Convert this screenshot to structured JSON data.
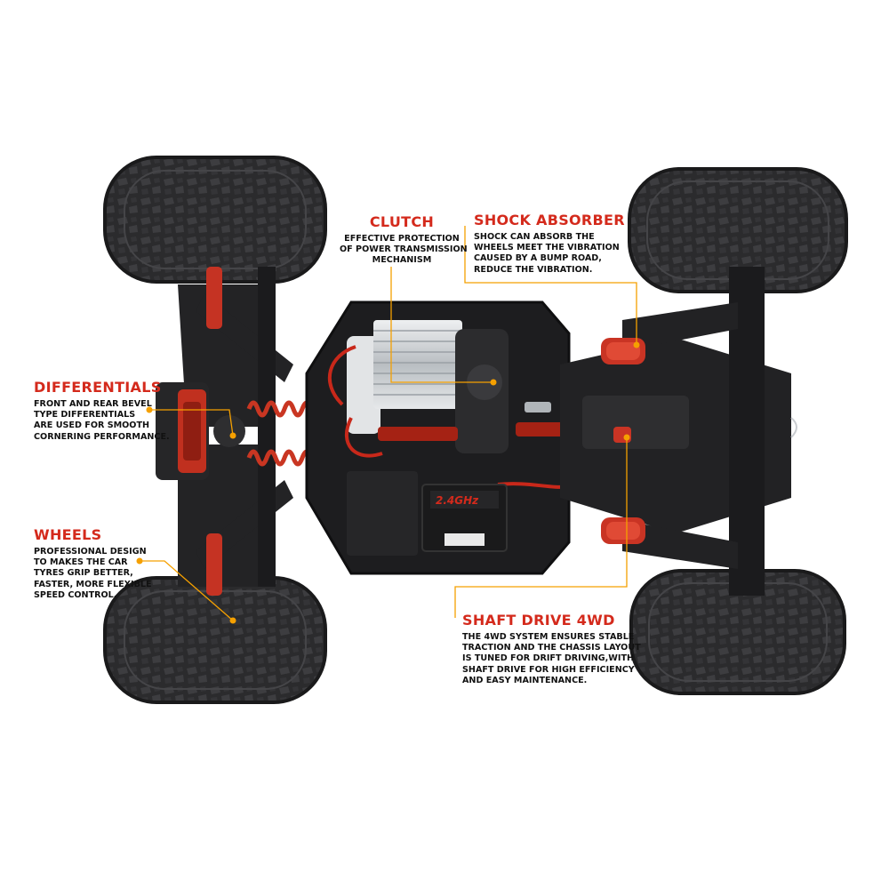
{
  "colors": {
    "accent": "#d42a1c",
    "leader": "#f5a000",
    "body_text": "#111111",
    "background": "#ffffff",
    "chassis": "#1c1c1e",
    "tire": "#2a2a2c",
    "metal": "#cfd3d6"
  },
  "callouts": {
    "clutch": {
      "title": "CLUTCH",
      "lines": [
        "EFFECTIVE PROTECTION",
        "OF POWER TRANSMISSION",
        "MECHANISM"
      ]
    },
    "shock": {
      "title": "SHOCK ABSORBER",
      "lines": [
        "SHOCK CAN ABSORB THE",
        "WHEELS MEET THE VIBRATION",
        "CAUSED BY A BUMP ROAD,",
        "REDUCE THE VIBRATION."
      ]
    },
    "differentials": {
      "title": "DIFFERENTIALS",
      "lines": [
        "FRONT AND REAR BEVEL",
        "TYPE DIFFERENTIALS",
        "ARE USED FOR SMOOTH",
        "CORNERING PERFORMANCE."
      ]
    },
    "wheels": {
      "title": "WHEELS",
      "lines": [
        "PROFESSIONAL DESIGN",
        "TO MAKES THE CAR",
        "TYRES GRIP BETTER,",
        "FASTER, MORE FLEXIBLE",
        "SPEED CONTROL."
      ]
    },
    "shaft": {
      "title": "SHAFT DRIVE 4WD",
      "lines": [
        "THE 4WD SYSTEM ENSURES STABLE",
        "TRACTION AND THE CHASSIS LAYOUT",
        "IS TUNED FOR DRIFT DRIVING,WITH",
        "SHAFT DRIVE FOR HIGH EFFICIENCY",
        "AND EASY MAINTENANCE."
      ]
    }
  },
  "esc_label": "2.4GHz"
}
